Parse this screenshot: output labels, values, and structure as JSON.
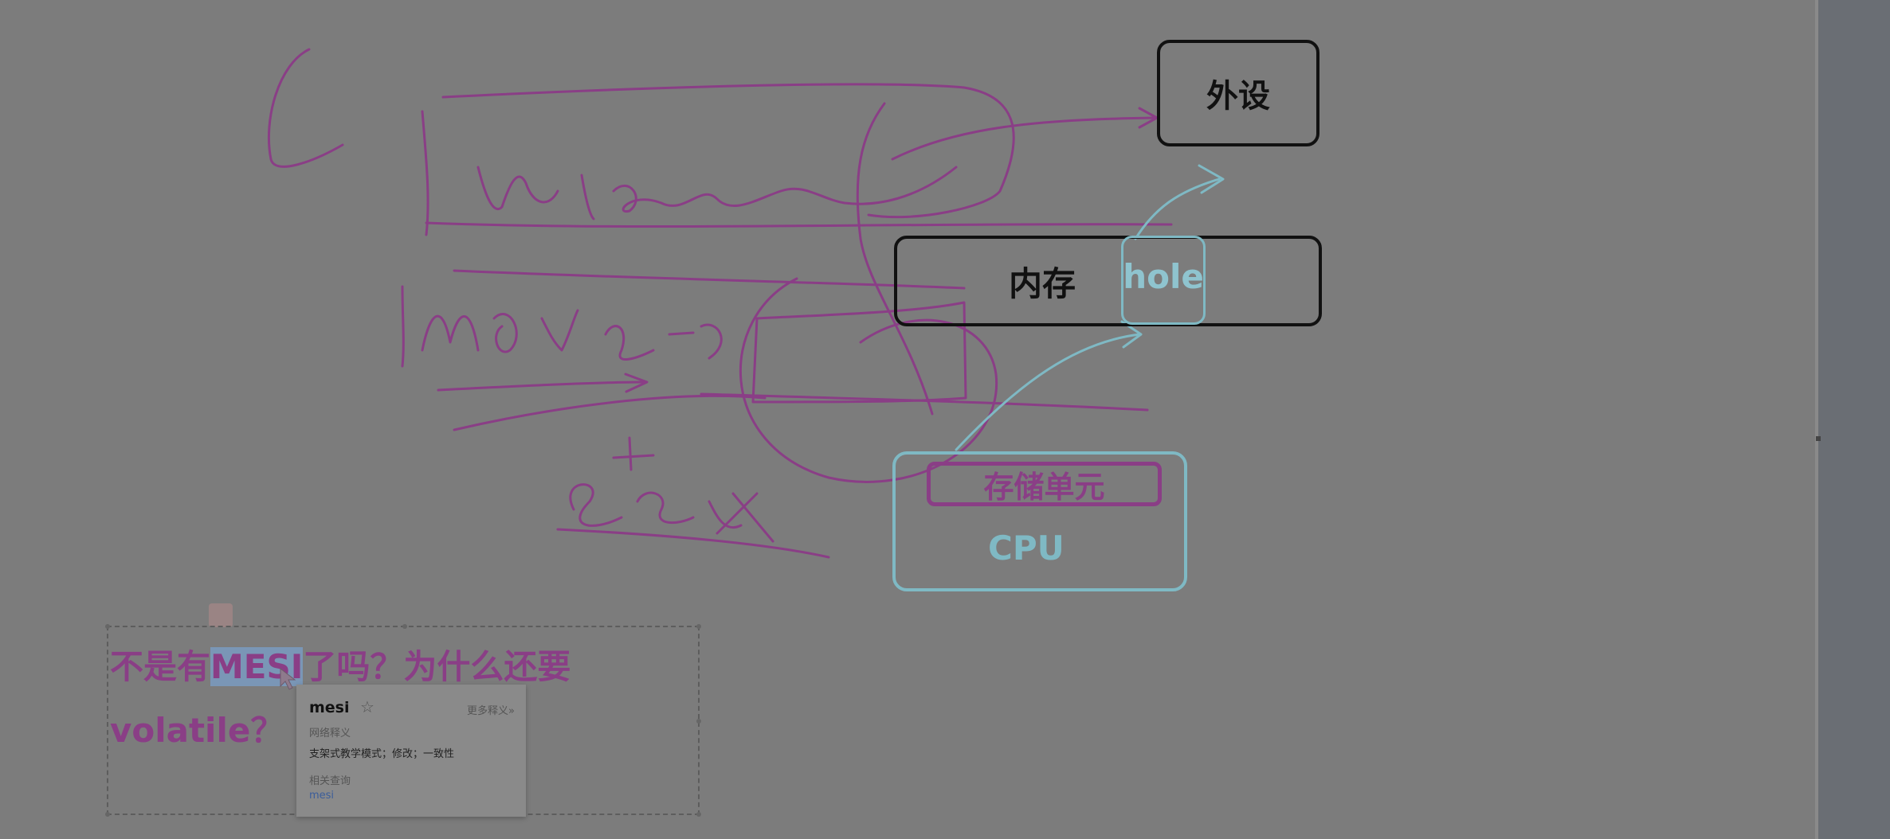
{
  "diagram": {
    "peripheral_label": "外设",
    "memory_label": "内存",
    "hole_label": "hole",
    "storage_unit_label": "存储单元",
    "cpu_label": "CPU"
  },
  "question": {
    "line1_prefix": "不是有",
    "line1_highlight": "MESI",
    "line1_suffix": "了吗？为什么还要",
    "line2": "volatile？ C"
  },
  "dictionary_popup": {
    "word": "mesi",
    "star": "☆",
    "more_link": "更多释义»",
    "section_title": "网络释义",
    "definition": "支架式教学模式；修改；一致性",
    "related_title": "相关查询",
    "related_item": "mesi"
  },
  "colors": {
    "ink_purple": "#8a3e86",
    "ink_cyan": "#7fb9c4",
    "box_black": "#111111",
    "dim_overlay": "#7c7c7c"
  }
}
